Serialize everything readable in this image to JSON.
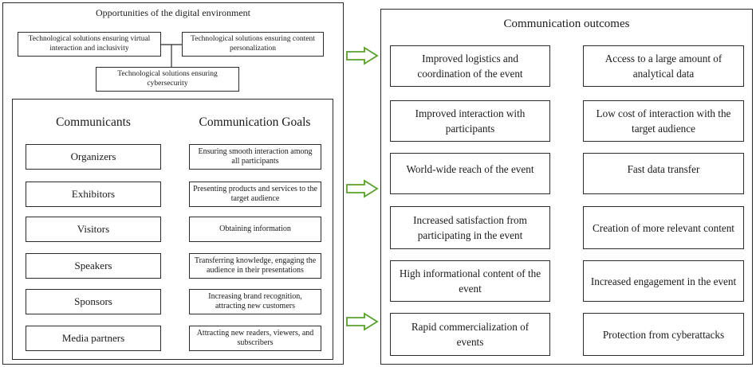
{
  "left_panel": {
    "title": "Opportunities of the digital environment",
    "tech": [
      "Technological solutions ensuring virtual interaction and inclusivity",
      "Technological solutions ensuring content personalization",
      "Technological solutions ensuring cybersecurity"
    ],
    "communicants_header": "Communicants",
    "goals_header": "Communication Goals",
    "rows": [
      {
        "communicant": "Organizers",
        "goal": "Ensuring smooth interaction among all participants"
      },
      {
        "communicant": "Exhibitors",
        "goal": "Presenting products and services to the target audience"
      },
      {
        "communicant": "Visitors",
        "goal": "Obtaining information"
      },
      {
        "communicant": "Speakers",
        "goal": "Transferring knowledge, engaging the audience in their presentations"
      },
      {
        "communicant": "Sponsors",
        "goal": "Increasing brand recognition, attracting new customers"
      },
      {
        "communicant": "Media partners",
        "goal": "Attracting new readers, viewers, and subscribers"
      }
    ]
  },
  "right_panel": {
    "title": "Communication outcomes",
    "outcomes": [
      [
        "Improved logistics and coordination of the event",
        "Access to a large amount of analytical data"
      ],
      [
        "Improved interaction with participants",
        "Low cost of interaction with the target audience"
      ],
      [
        "World-wide reach of the event",
        "Fast data transfer"
      ],
      [
        "Increased satisfaction from participating in the event",
        "Creation of more relevant content"
      ],
      [
        "High informational content of the event",
        "Increased engagement in the event"
      ],
      [
        "Rapid commercialization of events",
        "Protection from cyberattacks"
      ]
    ]
  },
  "colors": {
    "arrow": "#5aa02c",
    "border": "#2b2b2b"
  }
}
